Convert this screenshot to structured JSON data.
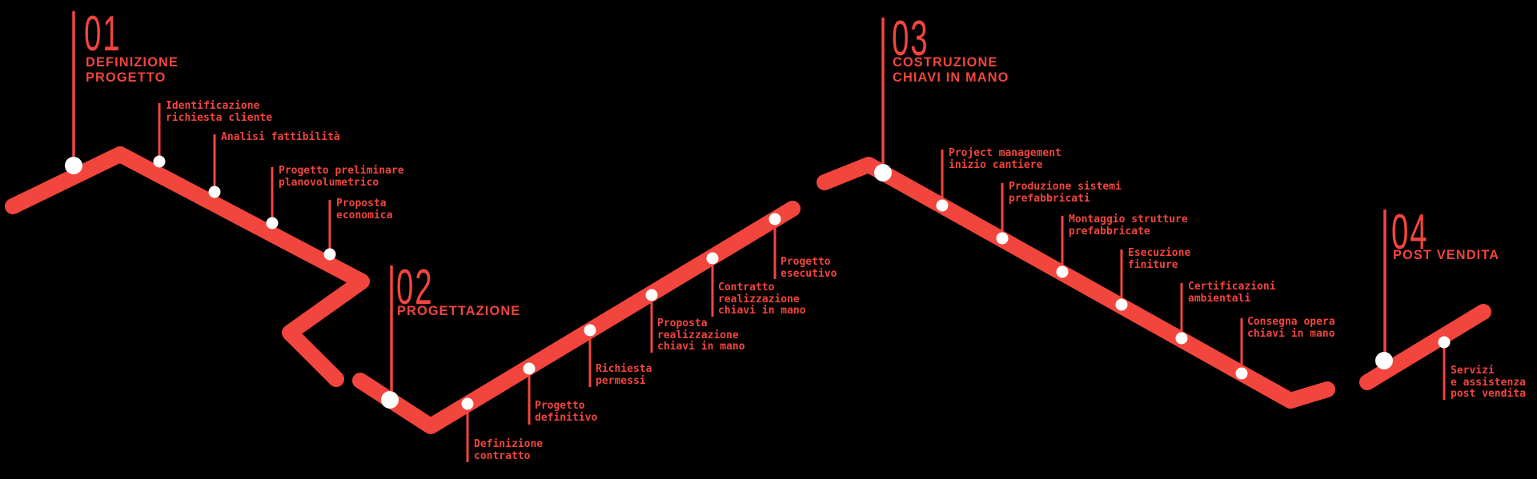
{
  "colors": {
    "background": "#000000",
    "accent_red": "#F2453E",
    "dot_white": "#FFFFFF"
  },
  "phases": [
    {
      "number": "01",
      "title": "DEFINIZIONE\nPROGETTO"
    },
    {
      "number": "02",
      "title": "PROGETTAZIONE"
    },
    {
      "number": "03",
      "title": "COSTRUZIONE\nCHIAVI IN MANO"
    },
    {
      "number": "04",
      "title": "POST VENDITA"
    }
  ],
  "milestones": [
    {
      "label": "Identificazione\nrichiesta cliente"
    },
    {
      "label": "Analisi fattibilità"
    },
    {
      "label": "Progetto preliminare\nplanovolumetrico"
    },
    {
      "label": "Proposta\neconomica"
    },
    {
      "label": "Definizione\ncontratto"
    },
    {
      "label": "Progetto\ndefinitivo"
    },
    {
      "label": "Richiesta\npermessi"
    },
    {
      "label": "Proposta\nrealizzazione\nchiavi in mano"
    },
    {
      "label": "Contratto\nrealizzazione\nchiavi in mano"
    },
    {
      "label": "Progetto\nesecutivo"
    },
    {
      "label": "Project management\ninizio cantiere"
    },
    {
      "label": "Produzione sistemi\nprefabbricati"
    },
    {
      "label": "Montaggio strutture\nprefabbricate"
    },
    {
      "label": "Esecuzione\nfiniture"
    },
    {
      "label": "Certificazioni\nambientali"
    },
    {
      "label": "Consegna opera\nchiavi in mano"
    },
    {
      "label": "Servizi\ne assistenza\npost vendita"
    }
  ]
}
